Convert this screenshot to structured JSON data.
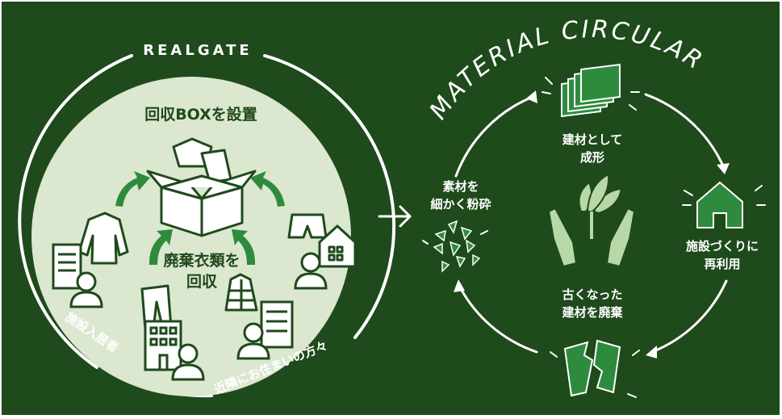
{
  "colors": {
    "background": "#1f4a1c",
    "inner_circle": "#dbe7cf",
    "accent_green": "#2e8b3e",
    "dark_green": "#1f4a1c",
    "white": "#ffffff",
    "light_green": "#b8d8a8"
  },
  "left_section": {
    "title": "REALGATE",
    "collection_box": "回収BOXを設置",
    "collect_line1": "廃棄衣類を",
    "collect_line2": "回収",
    "label_residents": "施設入居者",
    "label_neighbors": "近隣にお住まいの方々"
  },
  "right_section": {
    "title": "MATERIAL CIRCULAR",
    "step_form": [
      "建材として",
      "成形"
    ],
    "step_build": [
      "施設づくりに",
      "再利用"
    ],
    "step_discard": [
      "古くなった",
      "建材を廃棄"
    ],
    "step_crush": [
      "素材を",
      "細かく粉砕"
    ]
  },
  "icons": [
    "box-of-clothes-icon",
    "sweater-icon",
    "pants-icon",
    "shirt-icon",
    "boxer-shorts-icon",
    "jacket-icon",
    "person-icon",
    "building-icon",
    "house-icon",
    "boards-icon",
    "broken-board-icon",
    "crushed-pieces-icon",
    "hands-sprout-icon",
    "arrow-icon"
  ]
}
